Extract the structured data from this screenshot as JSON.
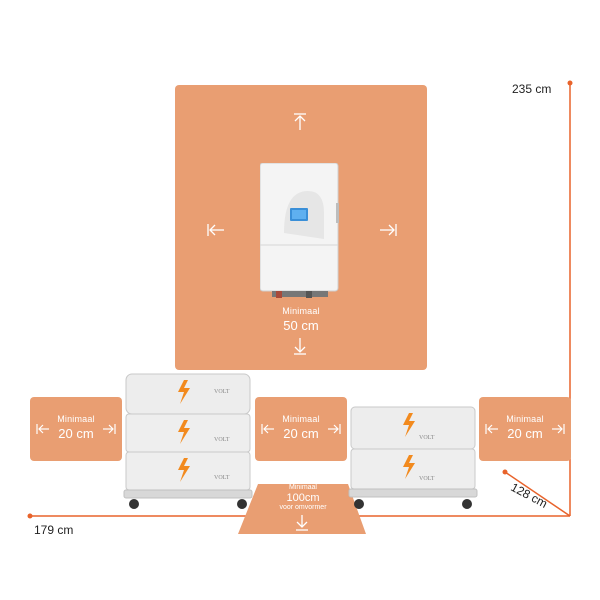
{
  "colors": {
    "zone": "#E99E72",
    "accent": "#E8632B",
    "module": "#EDEDED",
    "lightning": "#F28A1E"
  },
  "dimensions": {
    "height": "235 cm",
    "width": "179 cm",
    "depth": "128 cm"
  },
  "top_zone": {
    "label_small": "Minimaal",
    "label_big": "50 cm"
  },
  "side_zones": {
    "left": {
      "label_small": "Minimaal",
      "label_big": "20 cm"
    },
    "middle": {
      "label_small": "Minimaal",
      "label_big": "20 cm"
    },
    "right": {
      "label_small": "Minimaal",
      "label_big": "20 cm"
    }
  },
  "front_zone": {
    "line1": "Minimaal",
    "line2": "100cm",
    "line3": "voor omvormer"
  },
  "brand": "VOLT",
  "icons": [
    "arrow-up-icon",
    "arrow-down-icon",
    "arrow-left-icon",
    "arrow-right-icon",
    "lightning-icon"
  ]
}
